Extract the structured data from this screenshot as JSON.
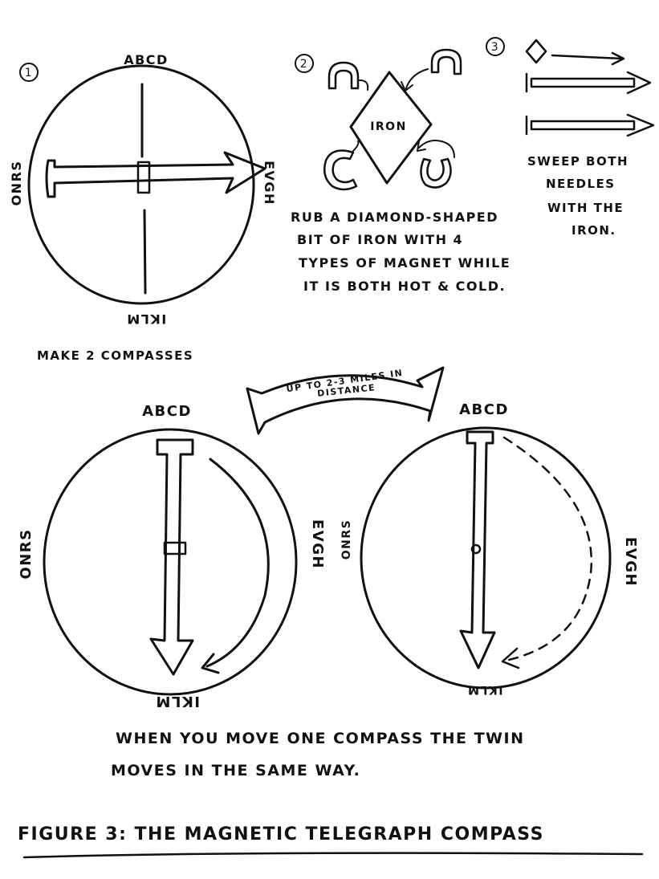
{
  "step1": {
    "number": "1",
    "labels": {
      "north": "ABCD",
      "east": "EVGH",
      "south": "IKLM",
      "west": "ONRS"
    }
  },
  "step2": {
    "number": "2",
    "iron_label": "IRON",
    "caption": [
      "RUB A DIAMOND-SHAPED",
      "BIT OF IRON WITH 4",
      "TYPES OF MAGNET WHILE",
      "IT IS BOTH HOT & COLD."
    ]
  },
  "step3": {
    "number": "3",
    "caption": [
      "SWEEP BOTH",
      "NEEDLES",
      "WITH THE",
      "IRON."
    ]
  },
  "make_text": "MAKE 2 COMPASSES",
  "distance_label": [
    "UP TO 2-3 MILES IN",
    "DISTANCE"
  ],
  "compass_left": {
    "labels": {
      "north": "ABCD",
      "east": "EVGH",
      "south": "IKLM",
      "west": "ONRS"
    }
  },
  "compass_right": {
    "labels": {
      "north": "ABCD",
      "east": "EVGH",
      "south": "IKLM",
      "west": "ONRS"
    }
  },
  "bottom_caption": [
    "WHEN YOU MOVE ONE COMPASS THE TWIN",
    "MOVES IN THE SAME WAY."
  ],
  "figure_title": "FIGURE 3: THE MAGNETIC TELEGRAPH COMPASS"
}
